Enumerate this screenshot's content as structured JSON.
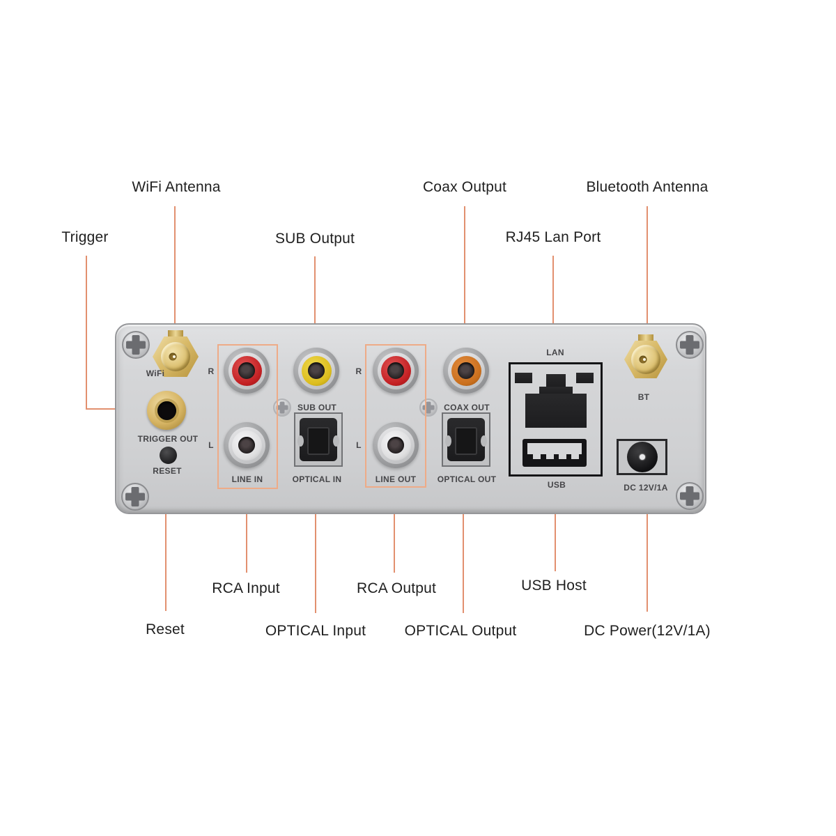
{
  "callouts": {
    "wifi_antenna": "WiFi Antenna",
    "trigger": "Trigger",
    "sub_output": "SUB Output",
    "coax_output": "Coax Output",
    "rj45_lan_port": "RJ45 Lan Port",
    "bluetooth_antenna": "Bluetooth Antenna",
    "reset": "Reset",
    "rca_input": "RCA Input",
    "optical_input": "OPTICAL Input",
    "rca_output": "RCA Output",
    "optical_output": "OPTICAL Output",
    "usb_host": "USB Host",
    "dc_power": "DC Power(12V/1A)"
  },
  "panel": {
    "labels": {
      "wifi": "WiFi",
      "trigger_out": "TRIGGER OUT",
      "reset": "RESET",
      "r": "R",
      "l": "L",
      "line_in": "LINE IN",
      "sub_out": "SUB OUT",
      "optical_in": "OPTICAL IN",
      "line_out": "LINE OUT",
      "coax_out": "COAX OUT",
      "optical_out": "OPTICAL OUT",
      "lan": "LAN",
      "usb": "USB",
      "bt": "BT",
      "dc": "DC 12V/1A"
    }
  },
  "colors": {
    "leader_line": "#e2906f",
    "group_box": "#eeab87",
    "panel_face": "#d5d6d8",
    "rca_red": "#c32023",
    "rca_white": "#e9e9eb",
    "rca_yellow": "#dcbd1e",
    "rca_orange": "#ca701e",
    "antenna_gold": "#d9bb6a",
    "label_text": "#1f1f1f",
    "panel_text": "#454548"
  }
}
